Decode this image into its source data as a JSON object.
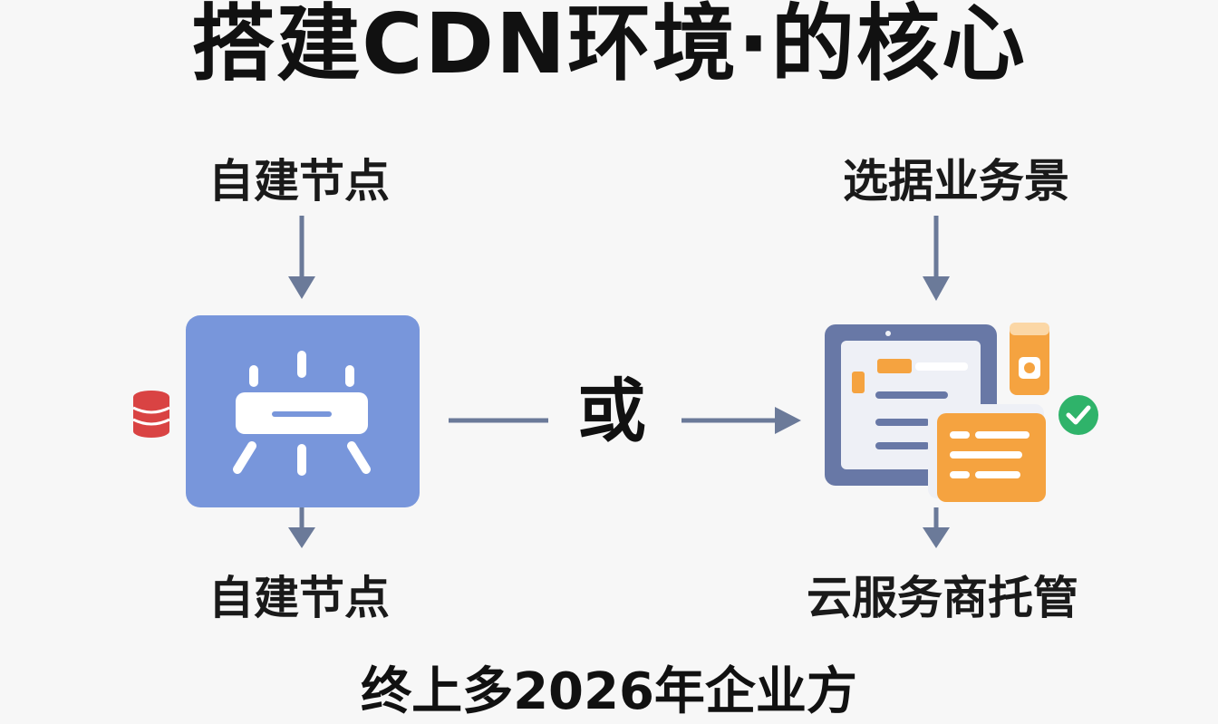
{
  "title": "搭建CDN环境·的核心",
  "left": {
    "top_label": "自建节点",
    "bottom_label": "自建节点",
    "side_icon": "database-icon",
    "box_icon": "server-node-icon"
  },
  "center": {
    "or_label": "或"
  },
  "right": {
    "top_label": "选据业务景",
    "bottom_label": "云服务商托管",
    "illustration_icon": "cloud-dashboard-icon",
    "check_icon": "check-circle-icon"
  },
  "footer": "终上多2026年企业方",
  "colors": {
    "arrow": "#6b7a99",
    "node_box": "#7896db",
    "orange": "#f5a340",
    "green": "#2fb36a",
    "red": "#d94343",
    "monitor_frame": "#6878a6",
    "monitor_screen": "#eef0f6"
  }
}
